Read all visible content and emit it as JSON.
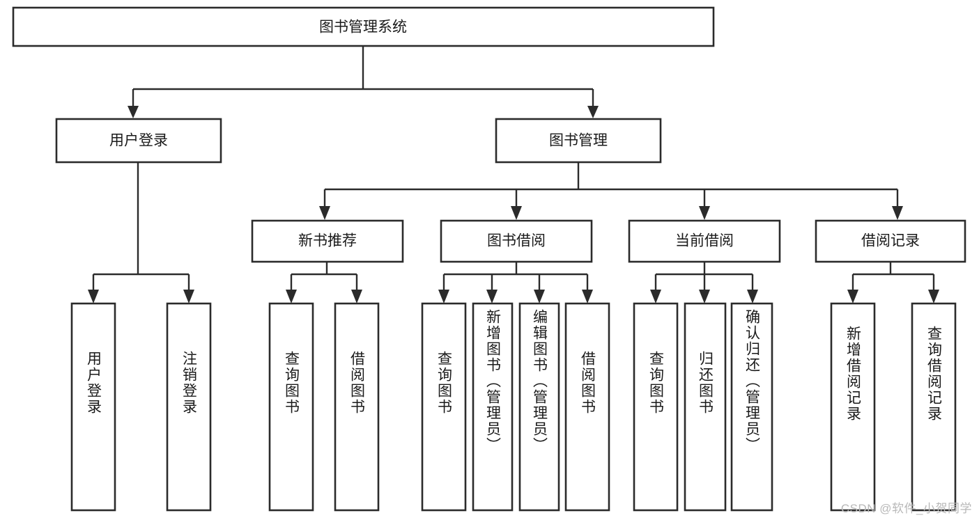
{
  "diagram": {
    "type": "tree-hierarchy",
    "orientation": "top-down",
    "root": {
      "label": "图书管理系统"
    },
    "level2": [
      {
        "label": "用户登录"
      },
      {
        "label": "图书管理"
      }
    ],
    "level3": [
      {
        "label": "新书推荐"
      },
      {
        "label": "图书借阅"
      },
      {
        "label": "当前借阅"
      },
      {
        "label": "借阅记录"
      }
    ],
    "leaves": {
      "user_login": [
        {
          "label": "用户登录"
        },
        {
          "label": "注销登录"
        }
      ],
      "new_book_recommend": [
        {
          "label": "查询图书"
        },
        {
          "label": "借阅图书"
        }
      ],
      "book_borrow": [
        {
          "label": "查询图书"
        },
        {
          "label": "新增图书（管理员）"
        },
        {
          "label": "编辑图书（管理员）"
        },
        {
          "label": "借阅图书"
        }
      ],
      "current_borrow": [
        {
          "label": "查询图书"
        },
        {
          "label": "归还图书"
        },
        {
          "label": "确认归还（管理员）"
        }
      ],
      "borrow_record": [
        {
          "label": "新增借阅记录"
        },
        {
          "label": "查询借阅记录"
        }
      ]
    }
  },
  "watermark": {
    "text": "CSDN @软件_小贺同学"
  },
  "colors": {
    "box_stroke": "#2b2b2b",
    "box_fill": "#ffffff",
    "text": "#1a1a1a",
    "connector": "#2b2b2b",
    "watermark": "#b8b8b8",
    "page_background": "#ffffff"
  }
}
